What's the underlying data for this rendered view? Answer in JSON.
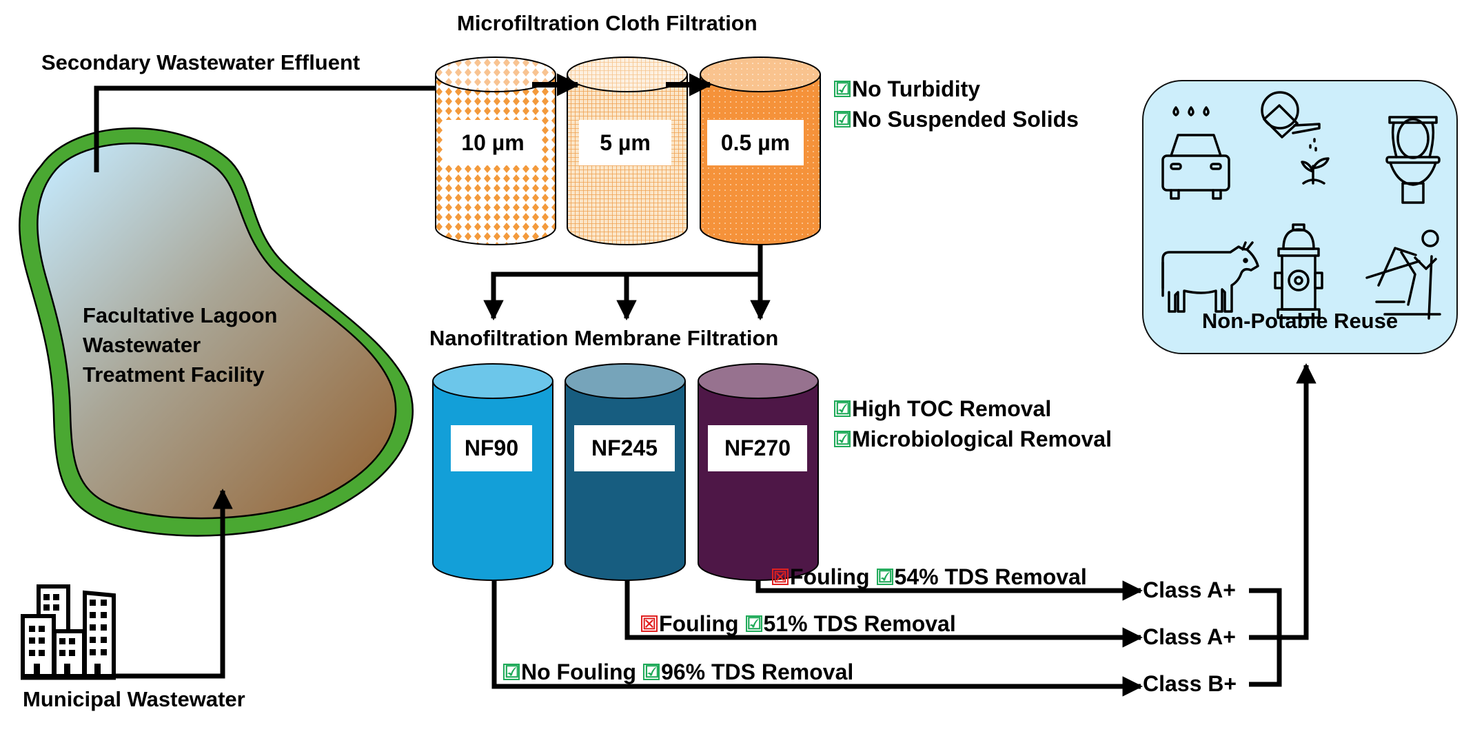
{
  "diagram": {
    "source": {
      "lagoon_label_lines": [
        "Facultative Lagoon",
        "Wastewater",
        "Treatment Facility"
      ],
      "municipal_label": "Municipal Wastewater",
      "effluent_label": "Secondary Wastewater Effluent"
    },
    "microfiltration": {
      "title": "Microfiltration Cloth Filtration",
      "stages": [
        {
          "label": "10 µm",
          "pattern": "diamond",
          "color": "#f39a3c"
        },
        {
          "label": "5 µm",
          "pattern": "grid",
          "color": "#f0a050"
        },
        {
          "label": "0.5 µm",
          "pattern": "dots",
          "color": "#f5923a"
        }
      ],
      "outcomes": [
        {
          "status": "pass",
          "text": "No Turbidity"
        },
        {
          "status": "pass",
          "text": "No Suspended Solids"
        }
      ]
    },
    "nanofiltration": {
      "title": "Nanofiltration Membrane Filtration",
      "membranes": [
        {
          "label": "NF90",
          "color": "#139fd8",
          "top_color": "#6cc6ea"
        },
        {
          "label": "NF245",
          "color": "#175d80",
          "top_color": "#76a4ba"
        },
        {
          "label": "NF270",
          "color": "#4e1747",
          "top_color": "#97728f"
        }
      ],
      "outcomes": [
        {
          "status": "pass",
          "text": "High TOC Removal"
        },
        {
          "status": "pass",
          "text": "Microbiological Removal"
        }
      ]
    },
    "results": [
      {
        "membrane": "NF270",
        "fouling": {
          "status": "fail",
          "text": "Fouling"
        },
        "tds": {
          "status": "pass",
          "text": "54% TDS Removal"
        },
        "class": "Class A+"
      },
      {
        "membrane": "NF245",
        "fouling": {
          "status": "fail",
          "text": "Fouling"
        },
        "tds": {
          "status": "pass",
          "text": "51% TDS Removal"
        },
        "class": "Class A+"
      },
      {
        "membrane": "NF90",
        "fouling": {
          "status": "pass",
          "text": "No Fouling"
        },
        "tds": {
          "status": "pass",
          "text": "96% TDS Removal"
        },
        "class": "Class B+"
      }
    ],
    "reuse": {
      "title": "Non-Potable Reuse",
      "icons": [
        "car-wash-icon",
        "watering-plant-icon",
        "toilet-icon",
        "cow-icon",
        "fire-hydrant-icon",
        "skier-icon"
      ],
      "background": "#cdeefb"
    },
    "marks": {
      "pass": "☑",
      "fail": "☒"
    },
    "colors": {
      "pass": "#1faa59",
      "fail": "#e02020",
      "lagoon_rim": "#4aa832",
      "lagoon_top": "#c3e6f8",
      "lagoon_bottom": "#94602e"
    }
  }
}
